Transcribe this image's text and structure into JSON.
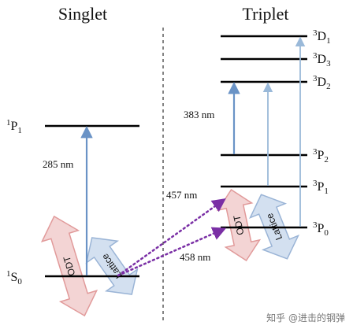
{
  "titles": {
    "singlet": "Singlet",
    "triplet": "Triplet"
  },
  "levels": {
    "s0": {
      "sup": "1",
      "main": "S",
      "sub": "0"
    },
    "p1s": {
      "sup": "1",
      "main": "P",
      "sub": "1"
    },
    "p0": {
      "sup": "3",
      "main": "P",
      "sub": "0"
    },
    "p1t": {
      "sup": "3",
      "main": "P",
      "sub": "1"
    },
    "p2": {
      "sup": "3",
      "main": "P",
      "sub": "2"
    },
    "d2": {
      "sup": "3",
      "main": "D",
      "sub": "2"
    },
    "d3": {
      "sup": "3",
      "main": "D",
      "sub": "3"
    },
    "d1": {
      "sup": "3",
      "main": "D",
      "sub": "1"
    }
  },
  "transitions": {
    "t285": "285 nm",
    "t383": "383 nm",
    "t457": "457 nm",
    "t458": "458 nm"
  },
  "beams": {
    "odt": "ODT",
    "lattice": "Lattice"
  },
  "watermark": "知乎 @进击的钢弹",
  "colors": {
    "level": "#000000",
    "arrow_dark": "#6a93c6",
    "arrow_light": "#9ab9d9",
    "dotted": "#7a2fa5",
    "odt_fill": "#f3d4d4",
    "odt_stroke": "#e19a9a",
    "lattice_fill": "#d3e0f0",
    "lattice_stroke": "#9ab4d6"
  }
}
